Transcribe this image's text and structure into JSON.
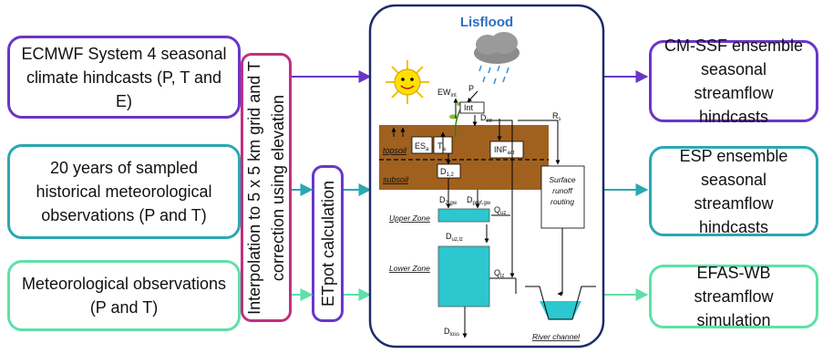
{
  "inputs": [
    {
      "text": "ECMWF System 4 seasonal climate hindcasts (P, T and E)"
    },
    {
      "text": "20 years of sampled historical meteorological observations (P and T)"
    },
    {
      "text": "Meteorological observations (P and T)"
    }
  ],
  "interpolation_box": {
    "text": "Interpolation to 5 x 5 km grid and T correction using elevation"
  },
  "etpot_box": {
    "text": "ETpot calculation"
  },
  "outputs": [
    {
      "text": "CM-SSF ensemble seasonal streamflow hindcasts"
    },
    {
      "text": "ESP ensemble seasonal streamflow hindcasts"
    },
    {
      "text": "EFAS-WB streamflow simulation"
    }
  ],
  "lisflood": {
    "title": "Lisflood",
    "labels": {
      "topsoil": "topsoil",
      "subsoil": "subsoil",
      "upper_zone": "Upper Zone",
      "lower_zone": "Lower Zone",
      "river_channel": "River channel",
      "surface_runoff": [
        "Surface",
        "runoff",
        "routing"
      ],
      "P": "P",
      "Int": "Int",
      "EW_int": "EW",
      "EW_int_sub": "int",
      "D_int": "D",
      "D_int_sub": "int",
      "R_s": "R",
      "R_s_sub": "s",
      "ES_a": "ES",
      "ES_a_sub": "a",
      "T_a": "T",
      "T_a_sub": "a",
      "INF_act": "INF",
      "INF_act_sub": "act",
      "D_12": "D",
      "D_12_sub": "1,2",
      "D_2gw": "D",
      "D_2gw_sub": "2,gw",
      "D_prefgw": "D",
      "D_prefgw_sub": "pref,gw",
      "Q_uz": "Q",
      "Q_uz_sub": "uz",
      "D_uzlz": "D",
      "D_uzlz_sub": "uz,lz",
      "Q_lz": "Q",
      "Q_lz_sub": "lz",
      "D_loss": "D",
      "D_loss_sub": "loss"
    }
  },
  "colors": {
    "purple": "#6a36c8",
    "teal": "#2aa7b3",
    "green": "#5fe0a8",
    "magenta": "#c0307f",
    "navy": "#1f2a6b",
    "soil": "#a0611f",
    "water": "#2cc7cf"
  }
}
